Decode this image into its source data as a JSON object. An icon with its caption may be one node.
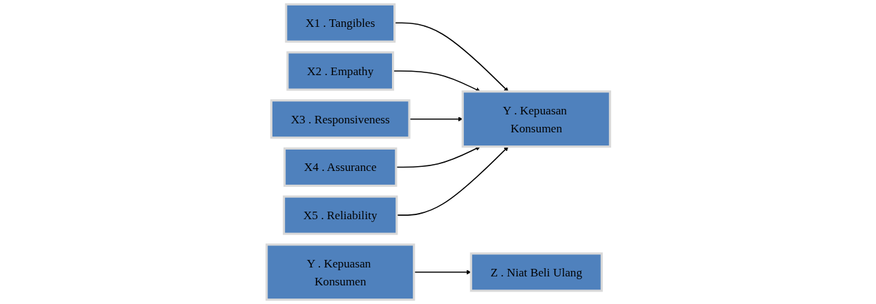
{
  "diagram": {
    "nodes": [
      {
        "text": [
          "X1 . Tangibles"
        ]
      },
      {
        "text": [
          "X2 . Empathy"
        ]
      },
      {
        "text": [
          "X3 . Responsiveness"
        ]
      },
      {
        "text": [
          "X4 . Assurance"
        ]
      },
      {
        "text": [
          "X5 . Reliability"
        ]
      },
      {
        "text": [
          "Y . Kepuasan Konsumen"
        ]
      },
      {
        "text": [
          "Y . Kepuasan Konsumen"
        ]
      },
      {
        "text": [
          "Z . Niat Beli Ulang"
        ]
      }
    ],
    "edges": [
      {
        "from": 0,
        "to": 5,
        "arrow": "to"
      },
      {
        "from": 1,
        "to": 5,
        "arrow": "to"
      },
      {
        "from": 2,
        "to": 5,
        "arrow": "to"
      },
      {
        "from": 3,
        "to": 5,
        "arrow": "to"
      },
      {
        "from": 4,
        "to": 5,
        "arrow": "to"
      },
      {
        "from": 6,
        "to": 7,
        "arrow": "to"
      }
    ]
  }
}
